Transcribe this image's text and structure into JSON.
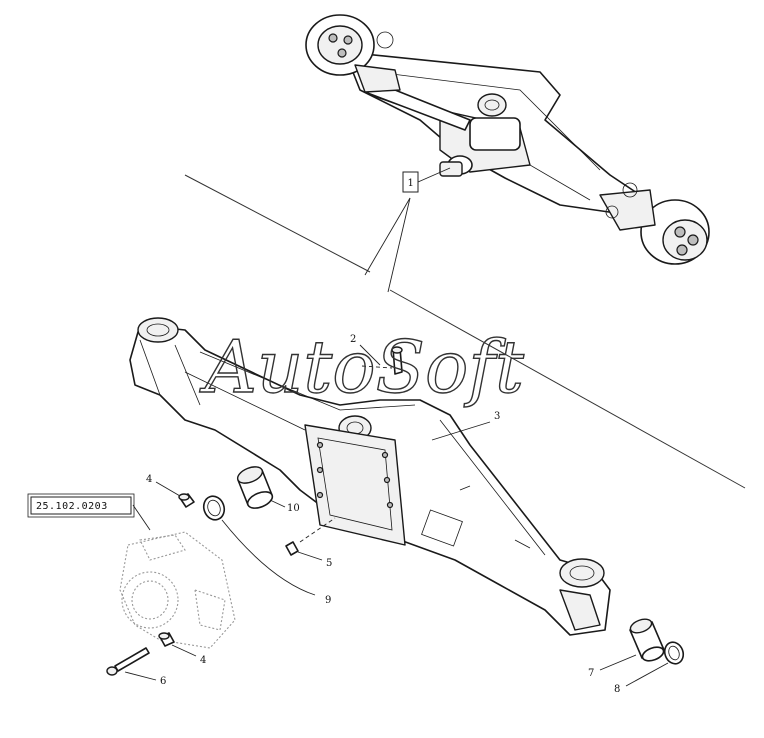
{
  "watermark": "AutoSoft",
  "reference_box": "25.102.0203",
  "callouts": {
    "c1": "1",
    "c2": "2",
    "c3": "3",
    "c4a": "4",
    "c4b": "4",
    "c5": "5",
    "c6": "6",
    "c7": "7",
    "c8": "8",
    "c9": "9",
    "c10": "10"
  }
}
